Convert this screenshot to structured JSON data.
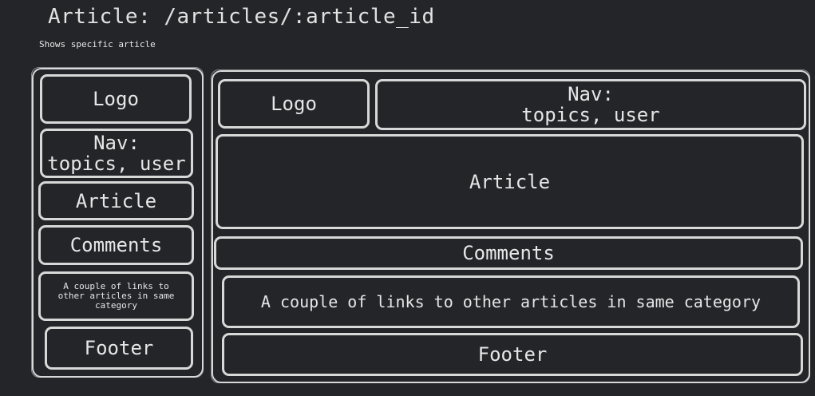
{
  "header": {
    "title": "Article: /articles/:article_id",
    "subtitle": "Shows specific article"
  },
  "mobile": {
    "logo": "Logo",
    "nav_line1": "Nav:",
    "nav_line2": "topics, user",
    "article": "Article",
    "comments": "Comments",
    "links": "A couple of links to other articles in same category",
    "footer": "Footer"
  },
  "desktop": {
    "logo": "Logo",
    "nav_line1": "Nav:",
    "nav_line2": "topics, user",
    "article": "Article",
    "comments": "Comments",
    "links": "A couple of links to other articles in same category",
    "footer": "Footer"
  }
}
